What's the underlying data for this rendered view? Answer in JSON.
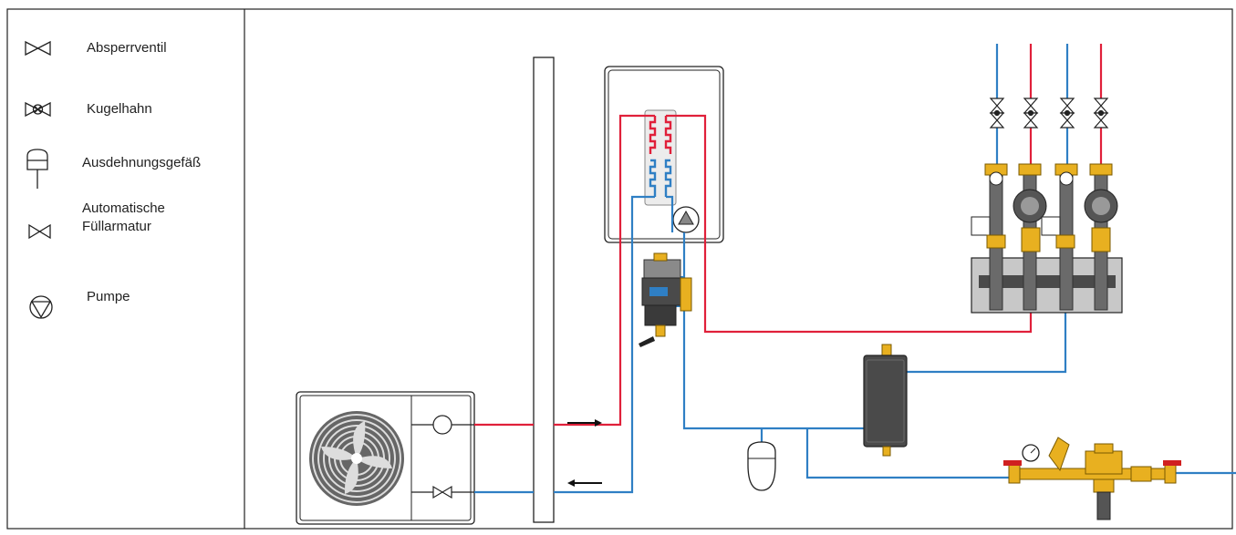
{
  "legend": {
    "items": [
      {
        "icon": "gate-valve-icon",
        "label": "Absperrventil"
      },
      {
        "icon": "ball-valve-icon",
        "label": "Kugelhahn"
      },
      {
        "icon": "expansion-vessel-icon",
        "label": "Ausdehnungsgefäß"
      },
      {
        "icon": "automatic-filling-valve-icon",
        "label_line1": "Automatische",
        "label_line2": "Füllarmatur"
      },
      {
        "icon": "pump-icon",
        "label": "Pumpe"
      }
    ]
  },
  "colors": {
    "flow": "#e0203a",
    "return": "#2f7fc4",
    "outline": "#222222",
    "brass": "#e8b020",
    "dark_grey": "#4a4a4a",
    "mid_grey": "#8a8a8a",
    "light_grey": "#c8c8c8"
  }
}
